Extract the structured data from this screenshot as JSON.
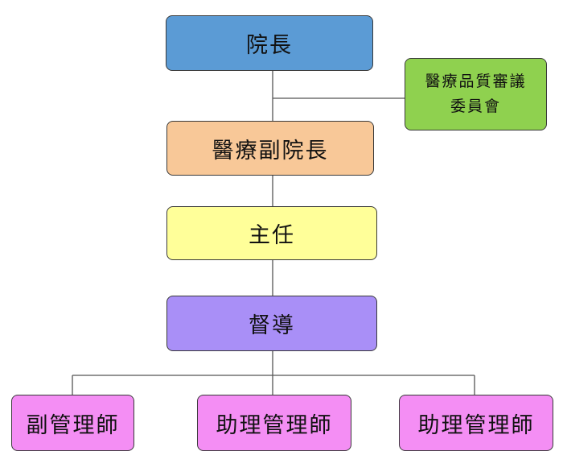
{
  "chart": {
    "nodes": [
      {
        "id": "president",
        "label": "院長",
        "color": "#5b9bd5"
      },
      {
        "id": "committee",
        "label": "醫療品質審議委員會",
        "label_lines": [
          "醫療品質審議",
          "委員會"
        ],
        "color": "#8fd14f"
      },
      {
        "id": "vice",
        "label": "醫療副院長",
        "color": "#f8c898"
      },
      {
        "id": "director",
        "label": "主任",
        "color": "#ffff99"
      },
      {
        "id": "supervisor",
        "label": "督導",
        "color": "#a98ff7"
      },
      {
        "id": "deputy",
        "label": "副管理師",
        "color": "#f48ef4"
      },
      {
        "id": "assistant-1",
        "label": "助理管理師",
        "color": "#f48ef4"
      },
      {
        "id": "assistant-2",
        "label": "助理管理師",
        "color": "#f48ef4"
      }
    ],
    "edges": [
      {
        "from": "president",
        "to": "vice"
      },
      {
        "from": "president",
        "to": "committee"
      },
      {
        "from": "vice",
        "to": "director"
      },
      {
        "from": "director",
        "to": "supervisor"
      },
      {
        "from": "supervisor",
        "to": "deputy"
      },
      {
        "from": "supervisor",
        "to": "assistant-1"
      },
      {
        "from": "supervisor",
        "to": "assistant-2"
      }
    ]
  }
}
